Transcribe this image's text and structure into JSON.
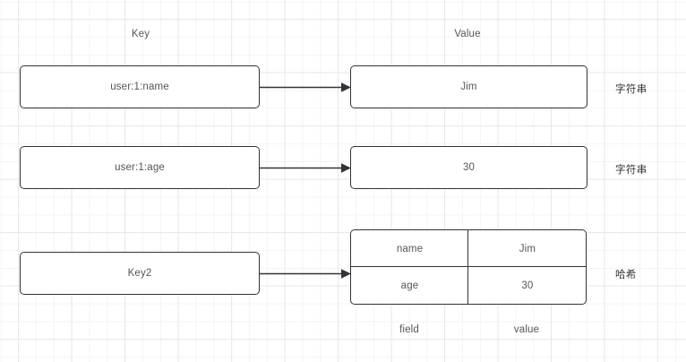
{
  "diagram": {
    "headers": {
      "key": "Key",
      "value": "Value"
    },
    "column_labels": {
      "field": "field",
      "value": "value"
    },
    "rows": [
      {
        "key": "user:1:name",
        "value": "Jim",
        "type": "字符串"
      },
      {
        "key": "user:1:age",
        "value": "30",
        "type": "字符串"
      }
    ],
    "hash_row": {
      "key": "Key2",
      "type": "哈希",
      "entries": [
        {
          "field": "name",
          "value": "Jim"
        },
        {
          "field": "age",
          "value": "30"
        }
      ]
    },
    "colors": {
      "stroke": "#333338",
      "text": "#555558",
      "grid_minor": "#f4f4f6",
      "grid_major": "#e9e9ec",
      "background": "#ffffff"
    }
  }
}
